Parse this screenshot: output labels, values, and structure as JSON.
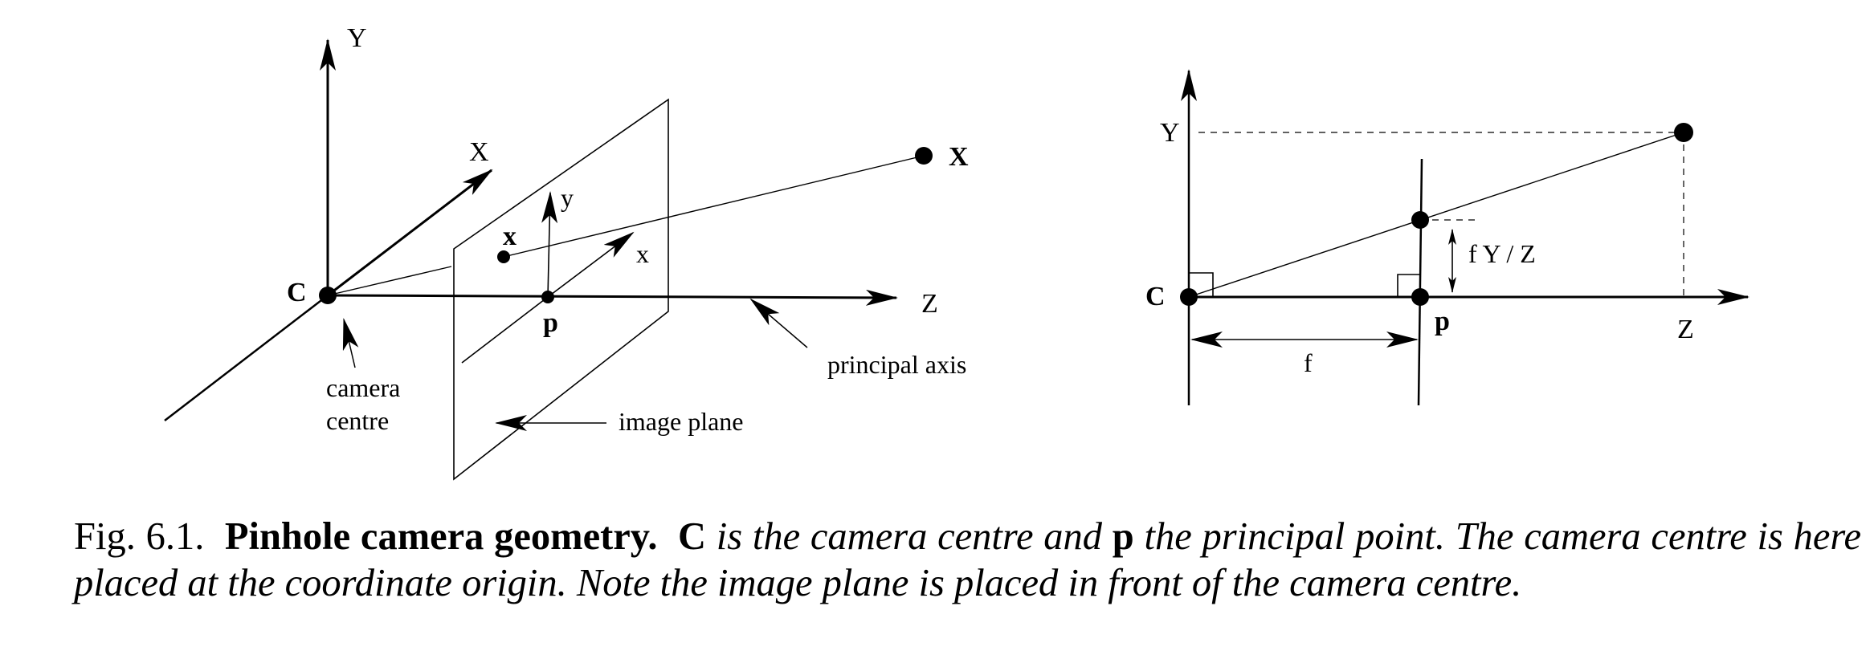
{
  "left_diagram": {
    "axis_Y": "Y",
    "axis_X": "X",
    "axis_Z": "Z",
    "axis_x": "x",
    "axis_y": "y",
    "point_C": "C",
    "point_p": "p",
    "point_x": "x",
    "point_X": "X",
    "camera_centre_1": "camera",
    "camera_centre_2": "centre",
    "image_plane": "image plane",
    "principal_axis": "principal axis"
  },
  "right_diagram": {
    "axis_Y": "Y",
    "axis_Z": "Z",
    "point_C": "C",
    "point_p": "p",
    "focal_length": "f",
    "projection": "f Y / Z"
  },
  "caption": {
    "fig_number": "Fig. 6.1.",
    "title": "Pinhole camera geometry.",
    "sym_C": "C",
    "text_1": "is the camera centre and",
    "sym_p": "p",
    "text_2": "the principal point. The camera centre is here placed at the coordinate origin. Note the image plane is placed in front of the camera centre."
  }
}
